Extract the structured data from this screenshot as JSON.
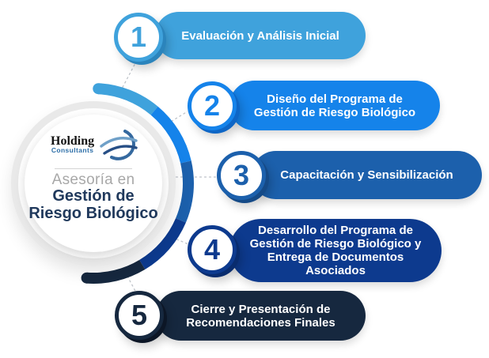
{
  "center": {
    "logo_name": "Holding",
    "logo_subname": "Consultants",
    "tagline": "Asesoría en",
    "title_line1": "Gestión de",
    "title_line2": "Riesgo Biológico"
  },
  "steps": [
    {
      "number": "1",
      "label": "Evaluación y Análisis Inicial",
      "color": "#3FA2DC"
    },
    {
      "number": "2",
      "label": "Diseño del Programa de Gestión de Riesgo Biológico",
      "color": "#1583EA"
    },
    {
      "number": "3",
      "label": "Capacitación y Sensibilización",
      "color": "#1C60AC"
    },
    {
      "number": "4",
      "label": "Desarrollo del Programa de Gestión de Riesgo Biológico y Entrega de Documentos Asociados",
      "color": "#0D3A8E"
    },
    {
      "number": "5",
      "label": "Cierre y Presentación de Recomendaciones Finales",
      "color": "#16283F"
    }
  ],
  "icons": {
    "globe": "globe-swoosh-icon"
  },
  "colors": {
    "arc_segments": [
      "#3FA2DC",
      "#1583EA",
      "#1C60AC",
      "#0D3A8E",
      "#16283F"
    ],
    "hub_ring": "#E9E9E9",
    "connector": "#BFC4CA",
    "pill_text": "#FFFFFF",
    "hub_title": "#20395C",
    "hub_tagline": "#A8A8A8",
    "logo_sub": "#2E6FA8"
  }
}
